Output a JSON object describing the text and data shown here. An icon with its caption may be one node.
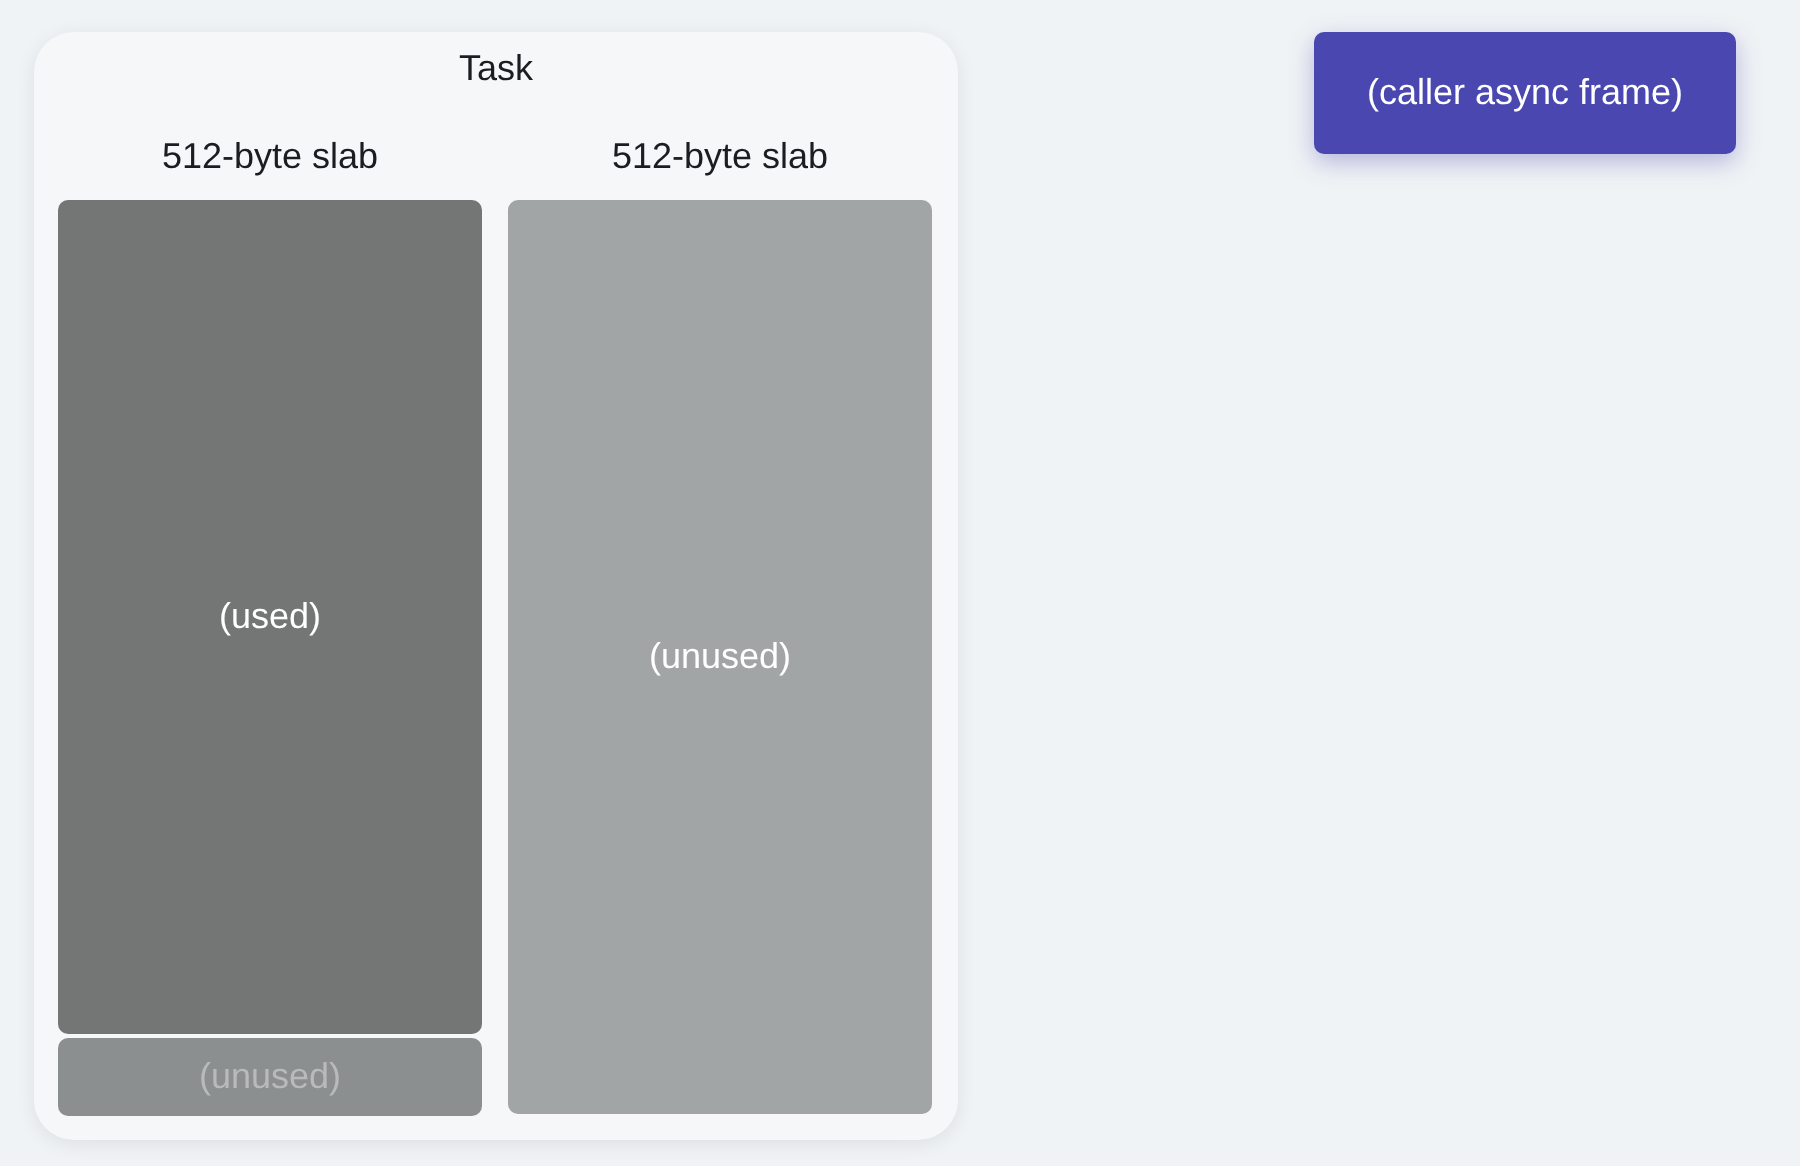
{
  "diagram": {
    "nodes": [
      {
        "text": [
          "Task"
        ]
      },
      {
        "text": [
          "512-byte slab"
        ],
        "in": 0
      },
      {
        "text": [
          "(used)"
        ],
        "in": 1
      },
      {
        "text": [
          "(unused)"
        ],
        "in": 1
      },
      {
        "text": [
          "512-byte slab"
        ],
        "in": 0
      },
      {
        "text": [
          "(unused)"
        ],
        "in": 4
      },
      {
        "text": [
          "(caller async frame)"
        ]
      }
    ]
  }
}
